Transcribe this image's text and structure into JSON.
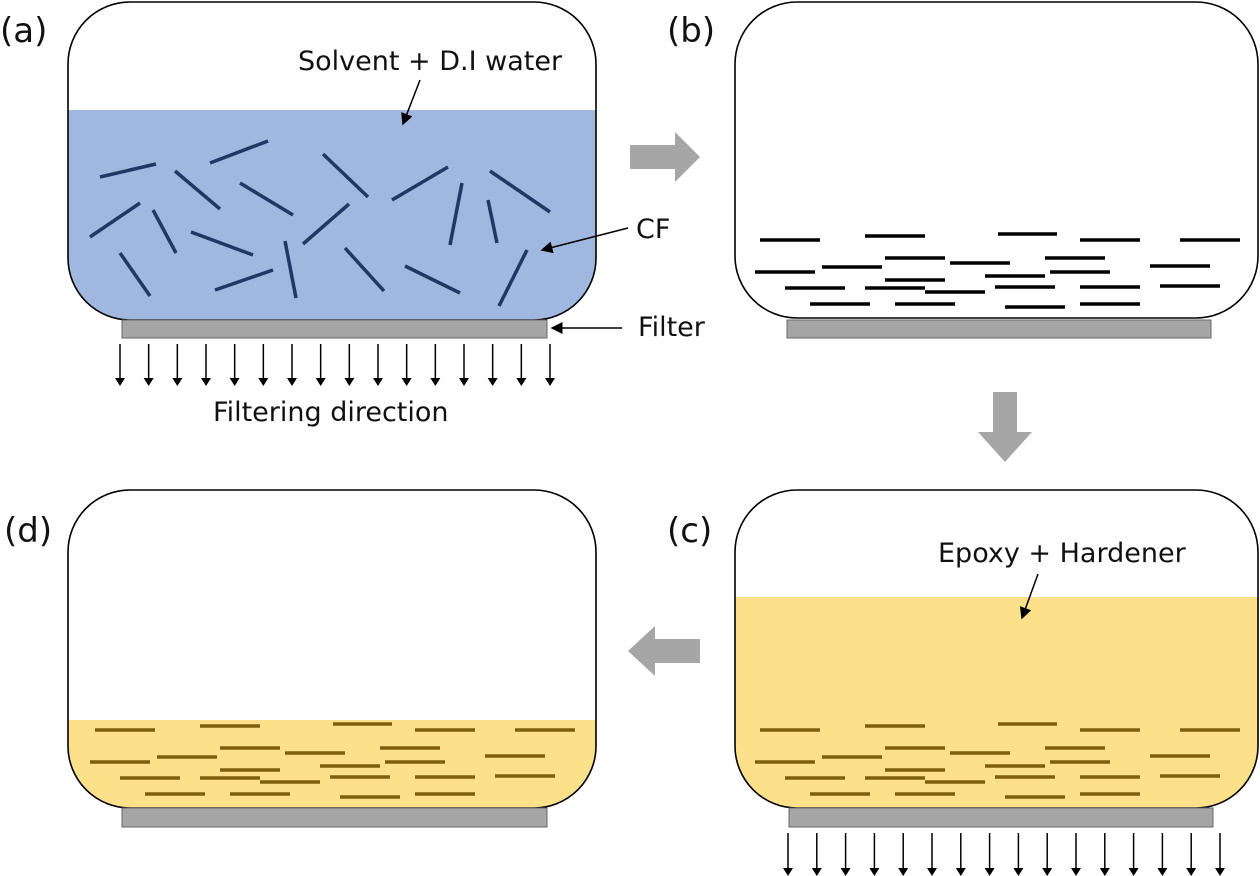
{
  "panels": {
    "a": {
      "label": "(a)",
      "liquid": "Solvent + D.I water",
      "fiber": "CF",
      "filter": "Filter",
      "direction": "Filtering direction"
    },
    "b": {
      "label": "(b)"
    },
    "c": {
      "label": "(c)",
      "liquid": "Epoxy + Hardener"
    },
    "d": {
      "label": "(d)"
    }
  },
  "colors": {
    "water": "#a0b7e0",
    "fiber_dark": "#1f3864",
    "epoxy": "#fde08a",
    "fiber_epoxy": "#7f5f0c",
    "filter": "#a6a6a6",
    "process_arrow": "#a6a6a6"
  }
}
